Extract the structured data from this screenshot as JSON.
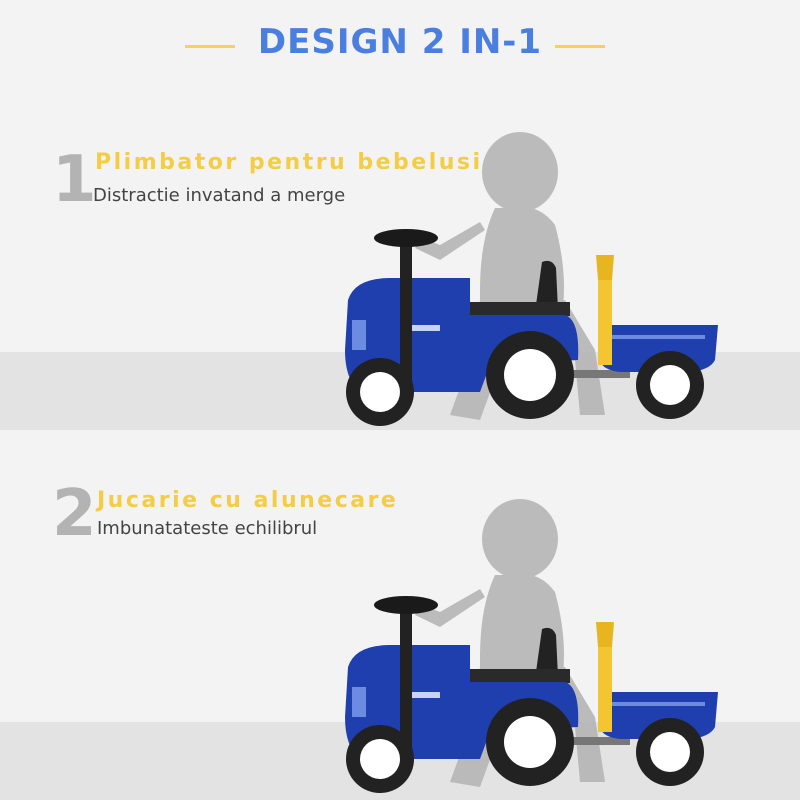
{
  "header": {
    "title": "DESIGN 2 IN-1"
  },
  "sections": [
    {
      "number": "1",
      "heading": "Plimbator pentru bebelusi",
      "subheading": "Distractie invatand a merge"
    },
    {
      "number": "2",
      "heading": "Jucarie cu alunecare",
      "subheading": "Imbunatateste echilibrul"
    }
  ],
  "colors": {
    "accent_blue": "#4a7fe0",
    "accent_yellow": "#f4cd45",
    "tractor_blue": "#1f3fae",
    "number_gray": "#b3b3b3"
  }
}
